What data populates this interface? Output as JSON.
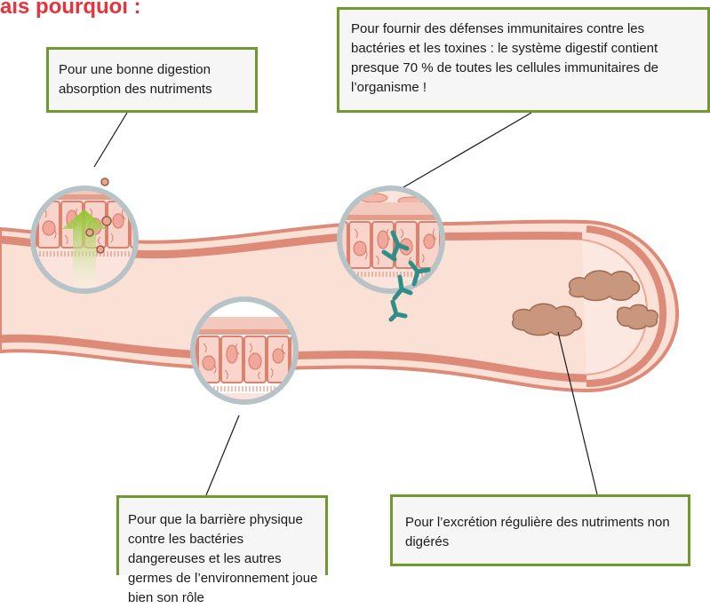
{
  "title": "ais pourquoi :",
  "callouts": {
    "digestion": "Pour une bonne digestion absorption des nutriments",
    "immune": "Pour fournir des défenses immunitaires contre les bactéries et les toxines : le système digestif contient presque 70 % de toutes les cellules immunitaires de l’organisme !",
    "barrier": "Pour que la barrière physique contre les bactéries dangereuses et les autres germes de l’environnement joue bien son rôle",
    "excretion": "Pour l’excrétion régulière des nutriments non digérés"
  },
  "colors": {
    "title": "#e8323c",
    "box_border": "#6e9a2f",
    "box_fill": "#f6f6f6",
    "intestine_wall": "#dd8a78",
    "intestine_lumen": "#fbe0d6",
    "magnifier_ring": "#b7c3c6",
    "arrow": "#9ccc2e",
    "antibody": "#2e8f88",
    "stool": "#c8977d"
  }
}
